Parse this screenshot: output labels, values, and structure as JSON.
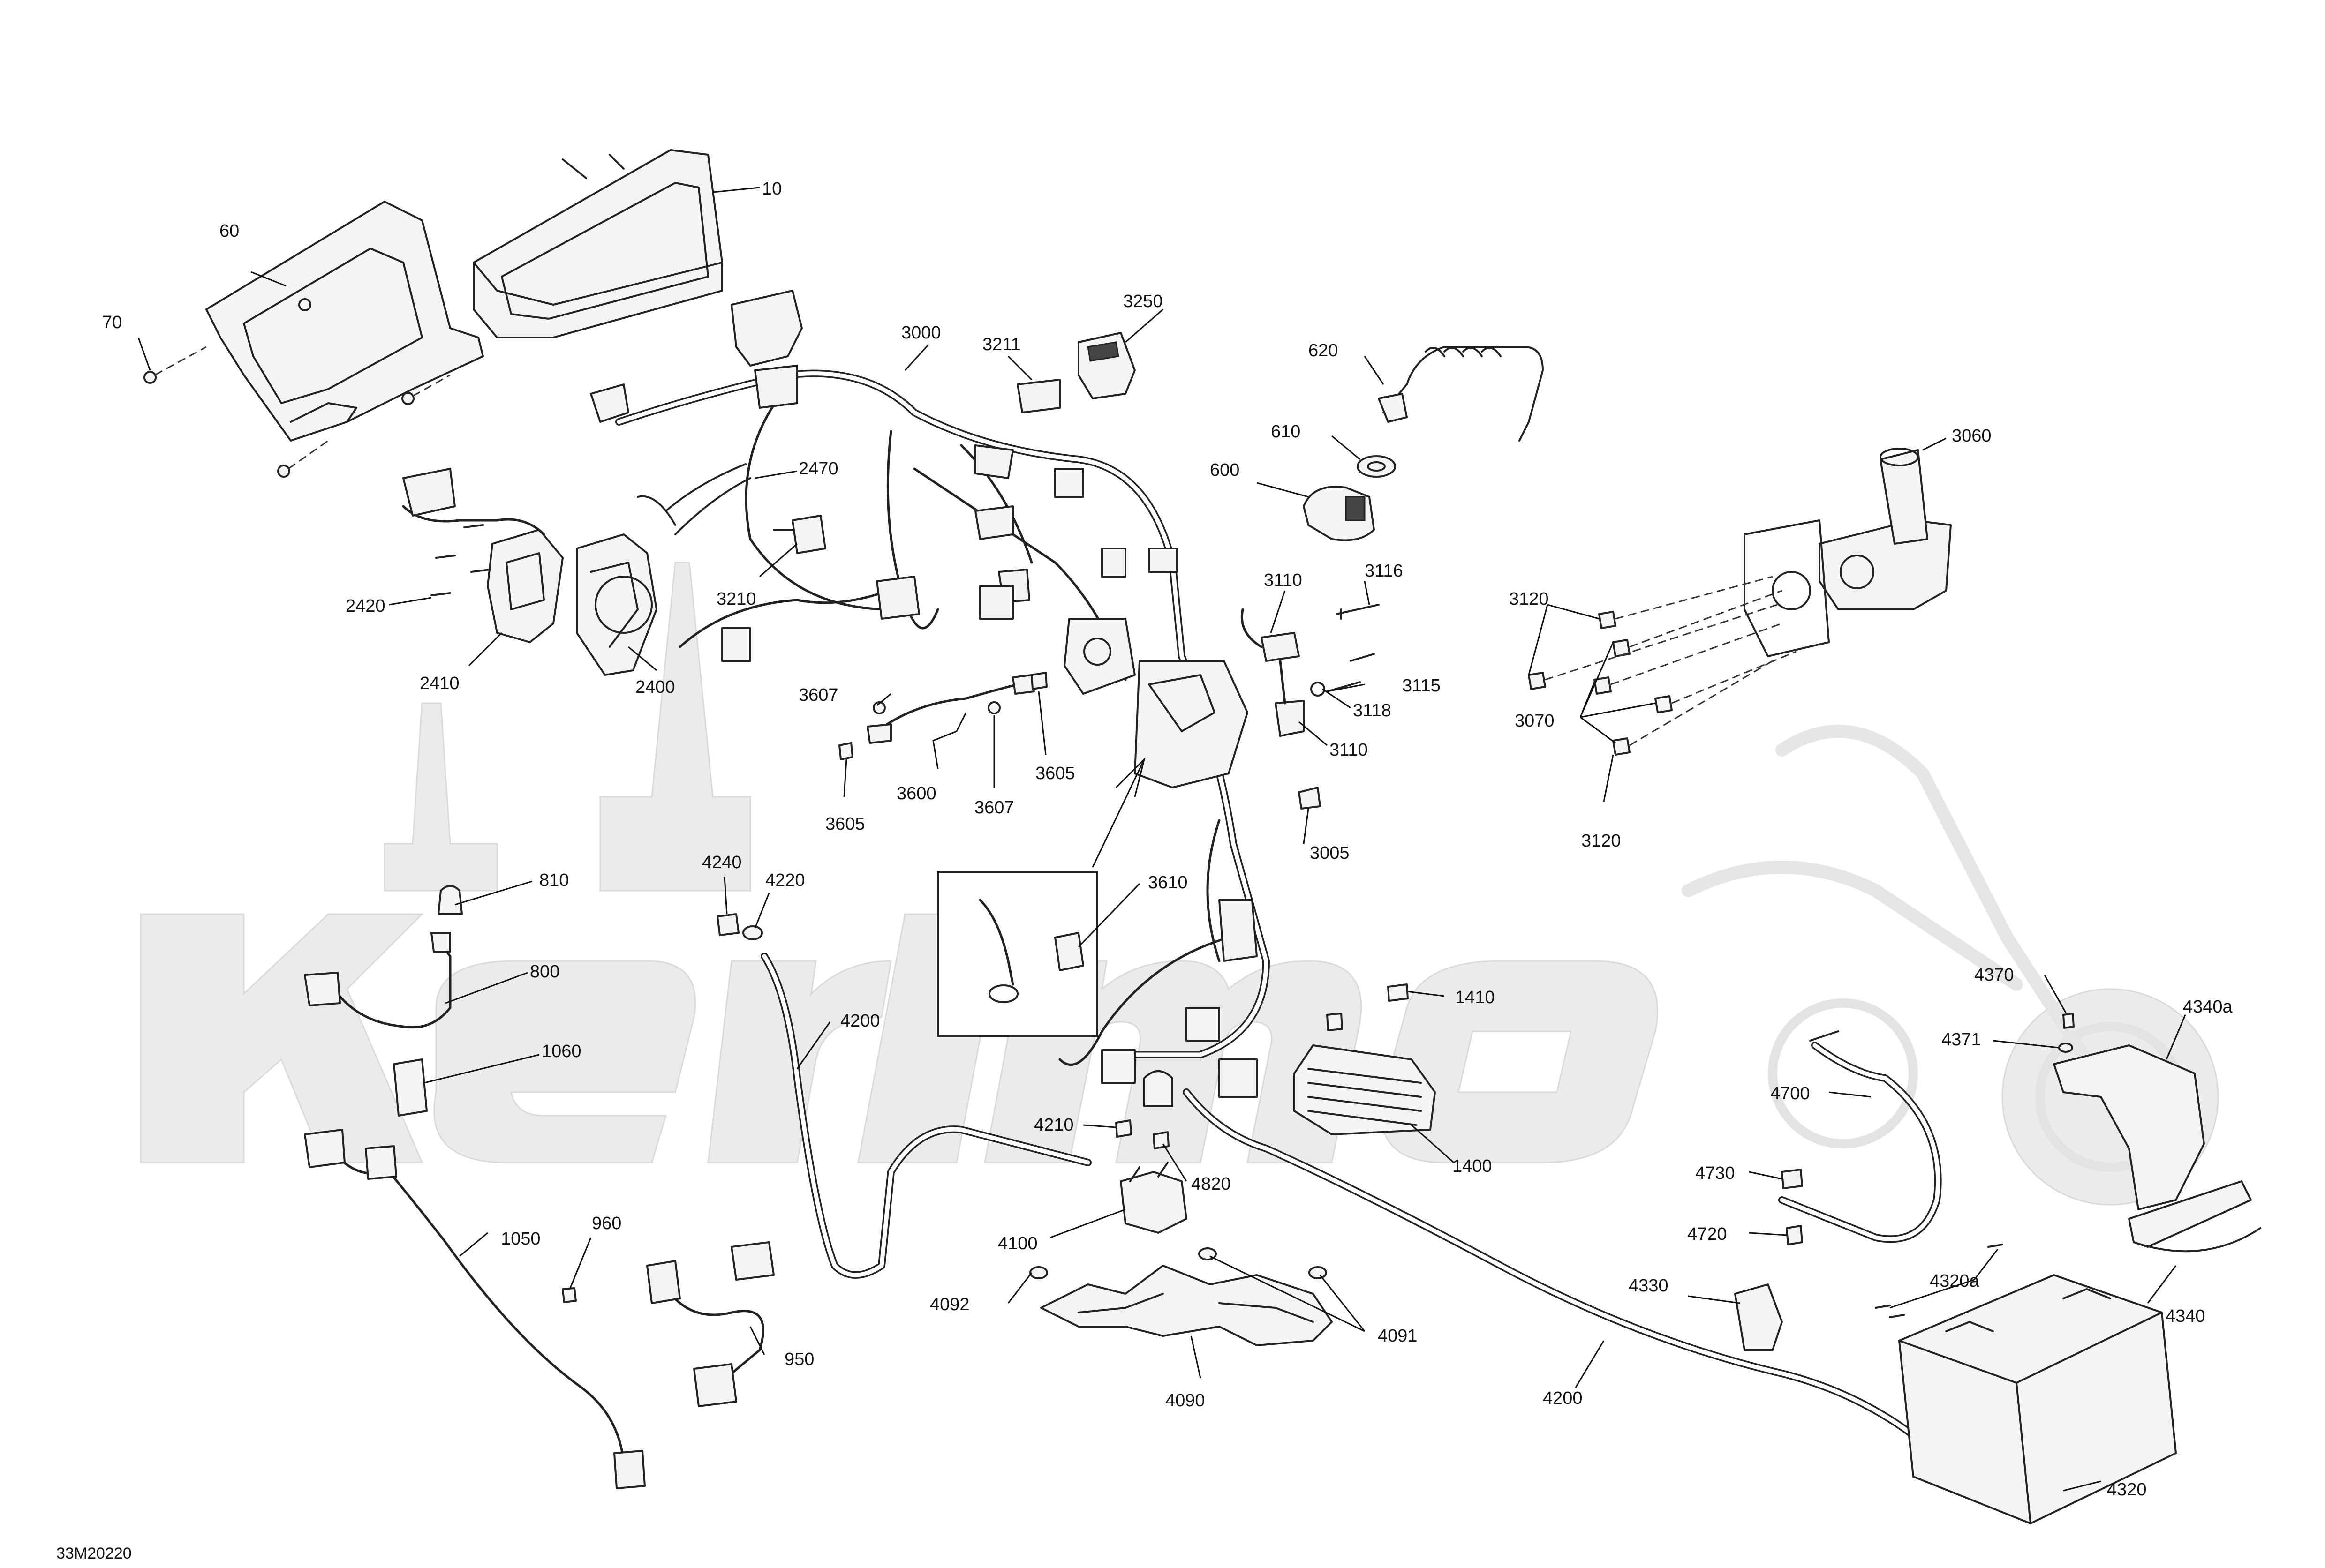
{
  "diagram": {
    "ref_code": "33M20220",
    "callouts": [
      {
        "id": "c10",
        "label": "10"
      },
      {
        "id": "c60",
        "label": "60"
      },
      {
        "id": "c70",
        "label": "70"
      },
      {
        "id": "c3000",
        "label": "3000"
      },
      {
        "id": "c3211",
        "label": "3211"
      },
      {
        "id": "c3250",
        "label": "3250"
      },
      {
        "id": "c620",
        "label": "620"
      },
      {
        "id": "c610",
        "label": "610"
      },
      {
        "id": "c600",
        "label": "600"
      },
      {
        "id": "c3060",
        "label": "3060"
      },
      {
        "id": "c2470",
        "label": "2470"
      },
      {
        "id": "c3210",
        "label": "3210"
      },
      {
        "id": "c2420",
        "label": "2420"
      },
      {
        "id": "c2410",
        "label": "2410"
      },
      {
        "id": "c2400",
        "label": "2400"
      },
      {
        "id": "c3110a",
        "label": "3110"
      },
      {
        "id": "c3116",
        "label": "3116"
      },
      {
        "id": "c3120a",
        "label": "3120"
      },
      {
        "id": "c3115",
        "label": "3115"
      },
      {
        "id": "c3118",
        "label": "3118"
      },
      {
        "id": "c3110b",
        "label": "3110"
      },
      {
        "id": "c3070",
        "label": "3070"
      },
      {
        "id": "c3120b",
        "label": "3120"
      },
      {
        "id": "c3607a",
        "label": "3607"
      },
      {
        "id": "c3605a",
        "label": "3605"
      },
      {
        "id": "c3600",
        "label": "3600"
      },
      {
        "id": "c3607b",
        "label": "3607"
      },
      {
        "id": "c3605b",
        "label": "3605"
      },
      {
        "id": "c3005",
        "label": "3005"
      },
      {
        "id": "c810",
        "label": "810"
      },
      {
        "id": "c4240",
        "label": "4240"
      },
      {
        "id": "c4220",
        "label": "4220"
      },
      {
        "id": "c3610",
        "label": "3610"
      },
      {
        "id": "c800",
        "label": "800"
      },
      {
        "id": "c4200a",
        "label": "4200"
      },
      {
        "id": "c1410",
        "label": "1410"
      },
      {
        "id": "c4370",
        "label": "4370"
      },
      {
        "id": "c4340a",
        "label": "4340a"
      },
      {
        "id": "c4371",
        "label": "4371"
      },
      {
        "id": "c1060",
        "label": "1060"
      },
      {
        "id": "c4700",
        "label": "4700"
      },
      {
        "id": "c4210",
        "label": "4210"
      },
      {
        "id": "c4730",
        "label": "4730"
      },
      {
        "id": "c4820",
        "label": "4820"
      },
      {
        "id": "c1400",
        "label": "1400"
      },
      {
        "id": "c4720",
        "label": "4720"
      },
      {
        "id": "c1050",
        "label": "1050"
      },
      {
        "id": "c960",
        "label": "960"
      },
      {
        "id": "c4100",
        "label": "4100"
      },
      {
        "id": "c4320a",
        "label": "4320a"
      },
      {
        "id": "c4330",
        "label": "4330"
      },
      {
        "id": "c4092",
        "label": "4092"
      },
      {
        "id": "c4091",
        "label": "4091"
      },
      {
        "id": "c4340",
        "label": "4340"
      },
      {
        "id": "c950",
        "label": "950"
      },
      {
        "id": "c4090",
        "label": "4090"
      },
      {
        "id": "c4200b",
        "label": "4200"
      },
      {
        "id": "c4320",
        "label": "4320"
      }
    ]
  }
}
